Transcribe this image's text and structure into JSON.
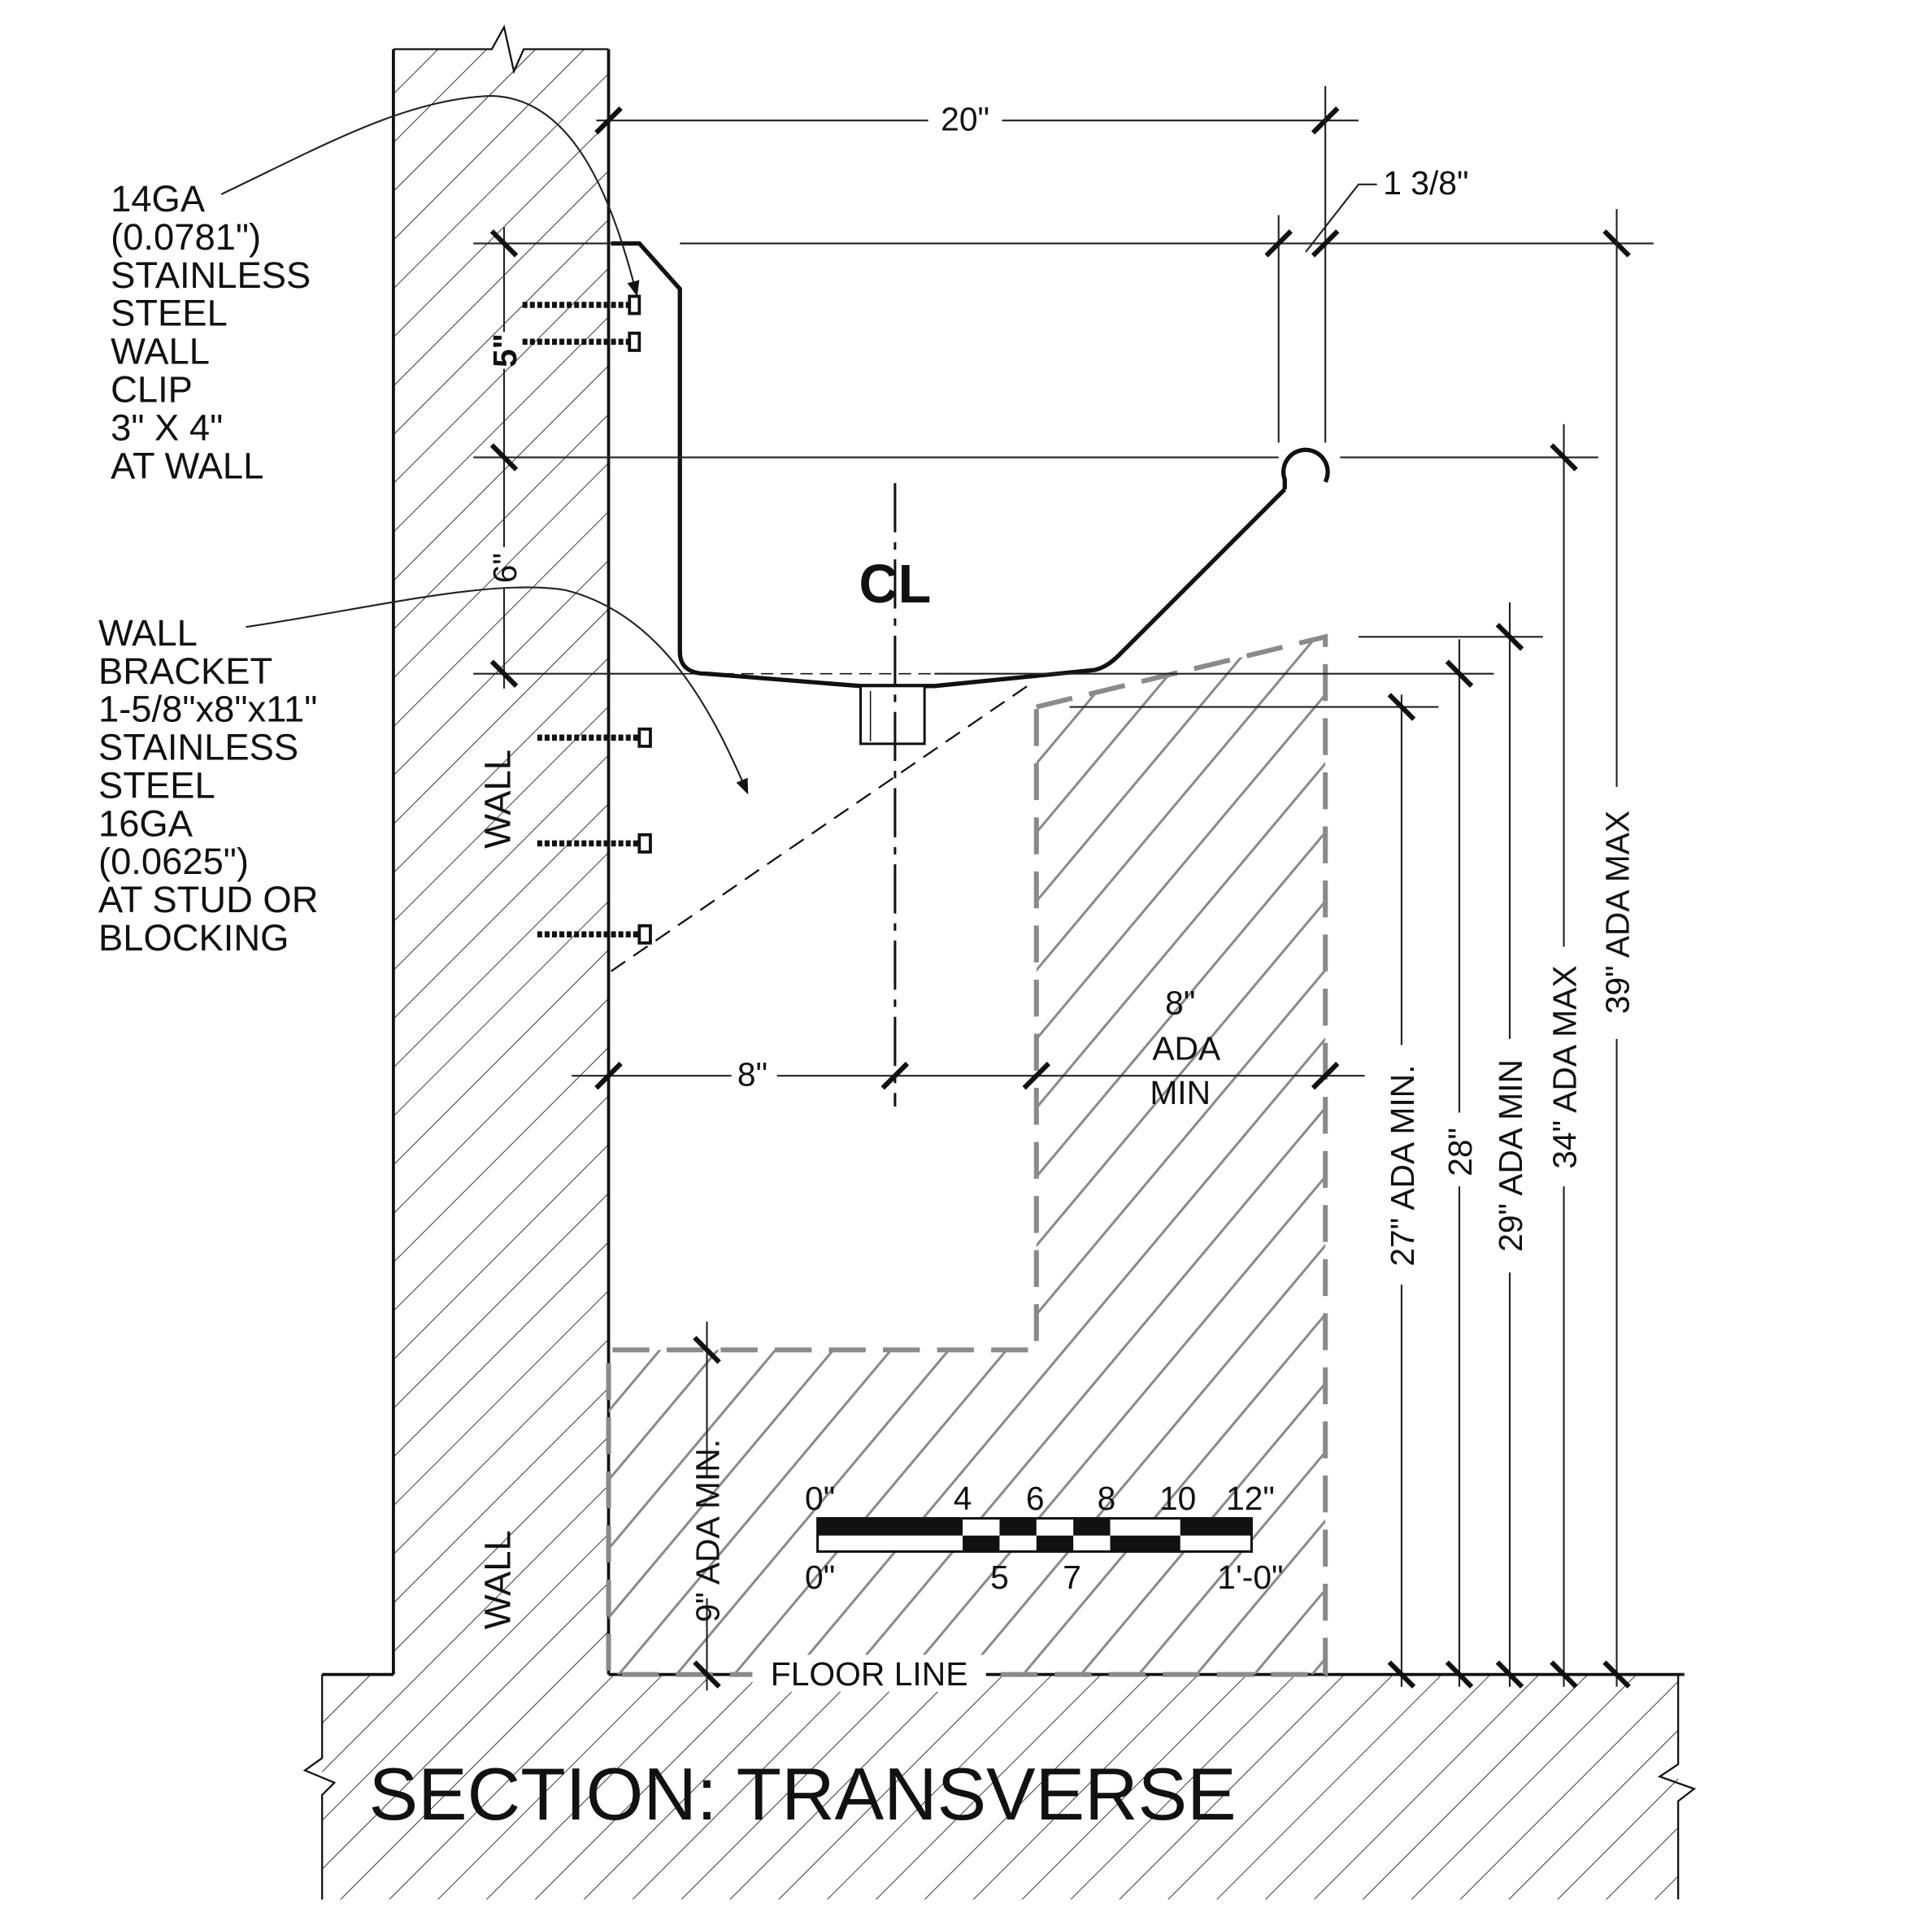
{
  "title": "SECTION: TRANSVERSE",
  "labels": {
    "wall_clip": [
      "14GA",
      "(0.0781\")",
      "STAINLESS",
      "STEEL",
      "WALL",
      "CLIP",
      "3\" X 4\"",
      "AT WALL"
    ],
    "wall_bracket": [
      "WALL",
      "BRACKET",
      "1-5/8\"x8\"x11\"",
      "STAINLESS",
      "STEEL",
      "16GA",
      "(0.0625\")",
      "AT STUD OR",
      "BLOCKING"
    ],
    "wall_upper": "WALL",
    "wall_lower": "WALL",
    "floor_line": "FLOOR LINE",
    "centerline": "CL"
  },
  "dimensions": {
    "width": "20\"",
    "rim": "1 3/8\"",
    "clip_height": "5\"",
    "bracket_offset": "6\"",
    "wall_to_cl": "8\"",
    "knee_depth": [
      "8\"",
      "ADA",
      "MIN"
    ],
    "toe_height": "9\" ADA MIN.",
    "h27": "27\" ADA MIN.",
    "h28": "28\"",
    "h29": "29\" ADA MIN",
    "h34": "34\" ADA MAX",
    "h39": "39\" ADA MAX"
  },
  "scale_bar": {
    "top_labels": [
      "0\"",
      "4",
      "6",
      "8",
      "10",
      "12\""
    ],
    "bottom_labels": [
      "0\"",
      "5",
      "7",
      "1'-0\""
    ]
  }
}
